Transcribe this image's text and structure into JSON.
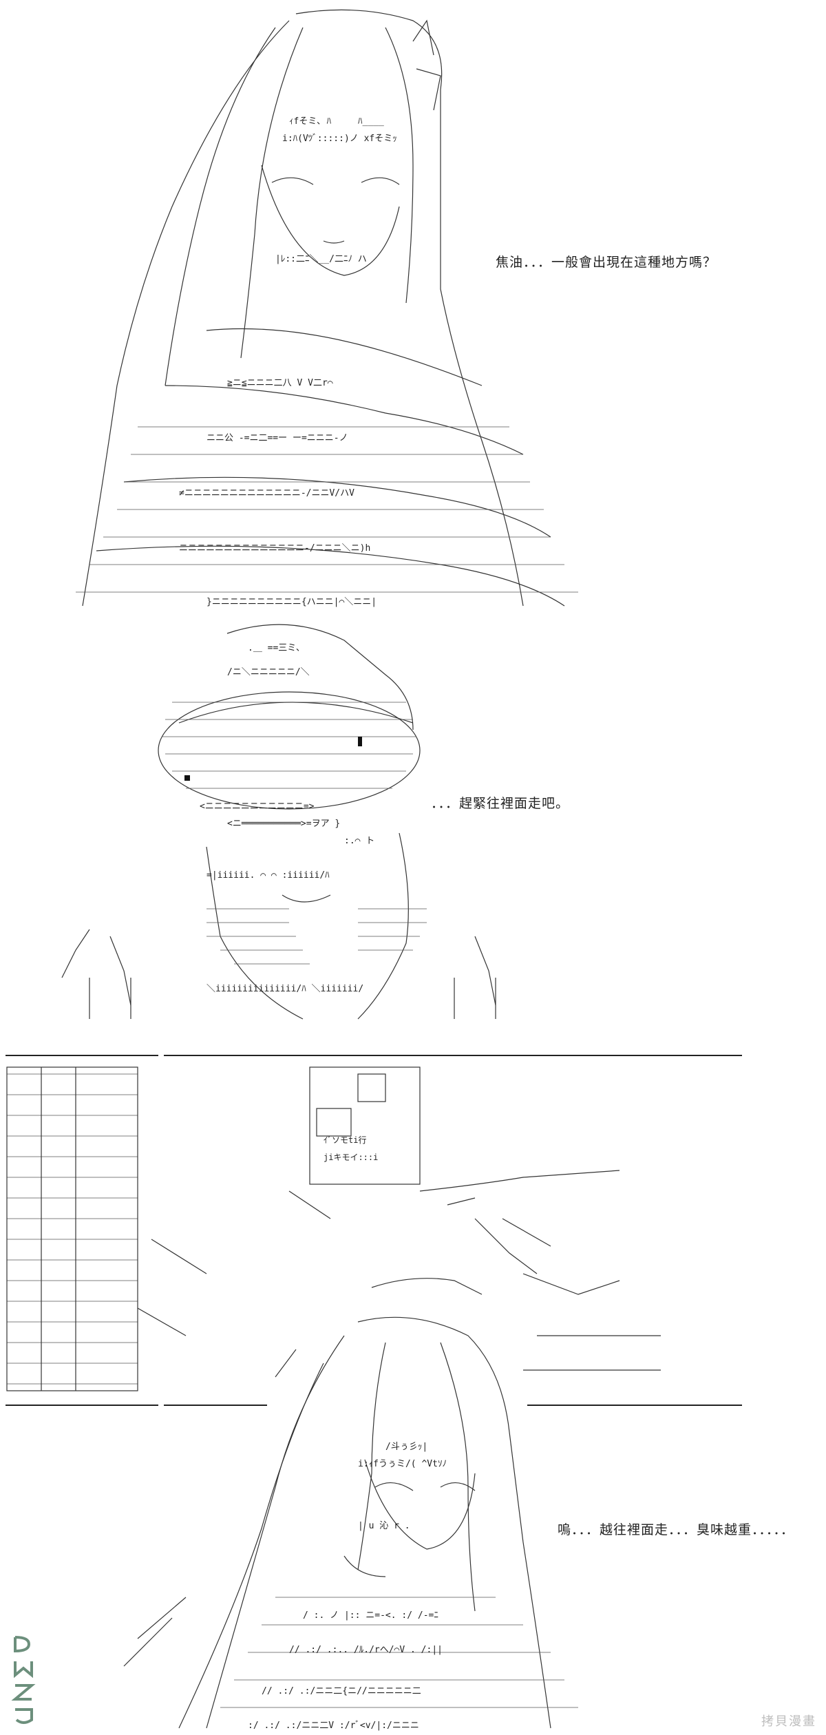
{
  "panels": [
    {
      "id": "panel-1",
      "dialogue": "焦油．．．一般會出現在這種地方嗎？"
    },
    {
      "id": "panel-2",
      "dialogue": "．．．趕緊往裡面走吧。"
    },
    {
      "id": "panel-3",
      "dialogue": "嗚．．．越往裡面走．．．臭味越重．．．．．"
    }
  ],
  "watermarks": {
    "left_logo": "DMZJ",
    "right_text": "拷貝漫畫"
  }
}
